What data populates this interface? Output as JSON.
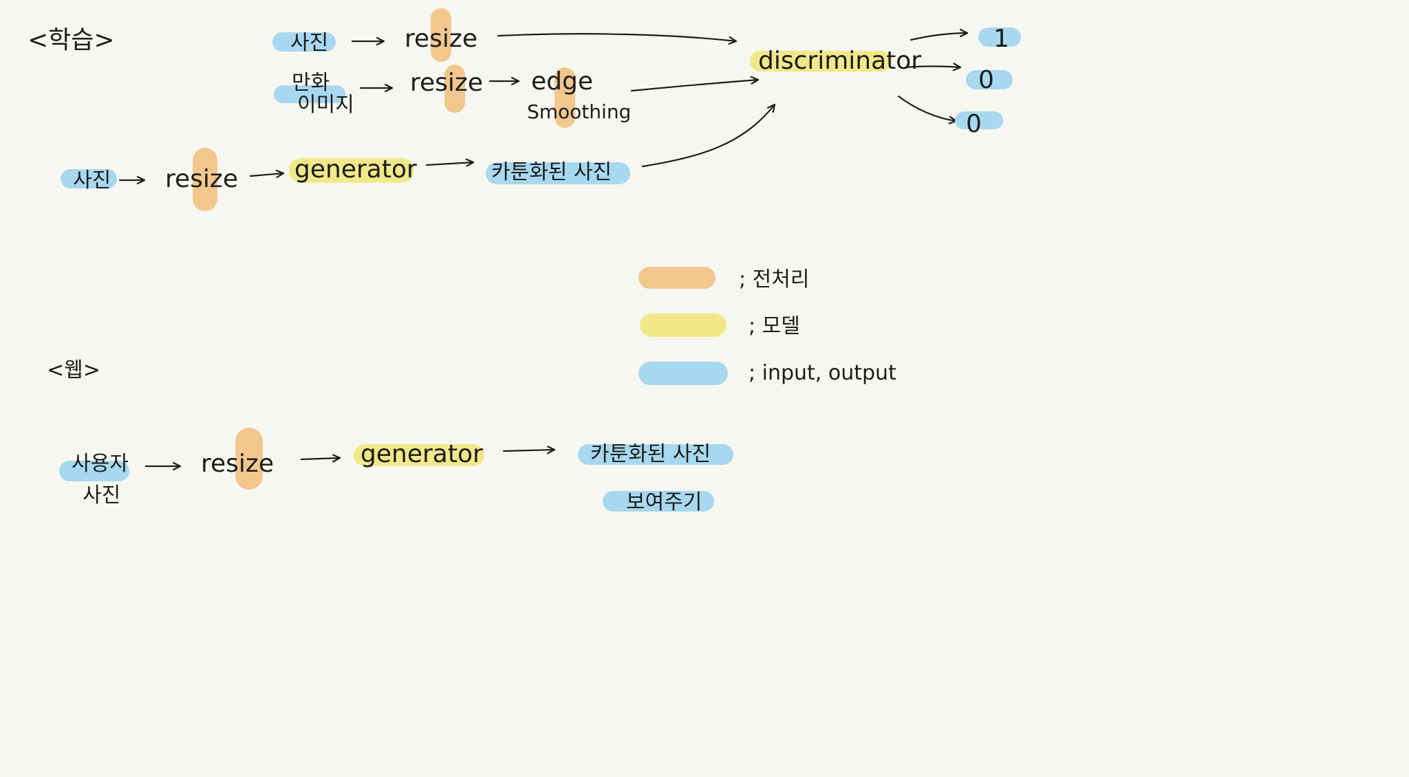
{
  "sections": {
    "training_title": "<학습>",
    "web_title": "<웹>"
  },
  "training": {
    "photo_1": "사진",
    "resize_1": "resize",
    "cartoon_image_line1": "만화",
    "cartoon_image_line2": "이미지",
    "resize_2": "resize",
    "edge_line1": "edge",
    "edge_line2": "Smoothing",
    "photo_2": "사진",
    "resize_3": "resize",
    "generator": "generator",
    "cartoonized_photo": "카툰화된 사진",
    "discriminator": "discriminator",
    "output_1": "1",
    "output_2": "0",
    "output_3": "0"
  },
  "web": {
    "user_photo_line1": "사용자",
    "user_photo_line2": "사진",
    "resize": "resize",
    "generator": "generator",
    "cartoonized_photo": "카툰화된 사진",
    "show": "보여주기"
  },
  "legend": {
    "preprocessing": "; 전처리",
    "model": "; 모델",
    "io": "; input, output"
  },
  "colors": {
    "input_output": "#a8d8ef",
    "model": "#f1e88a",
    "preprocessing": "#f2c78e",
    "background": "#f7f7f1"
  }
}
